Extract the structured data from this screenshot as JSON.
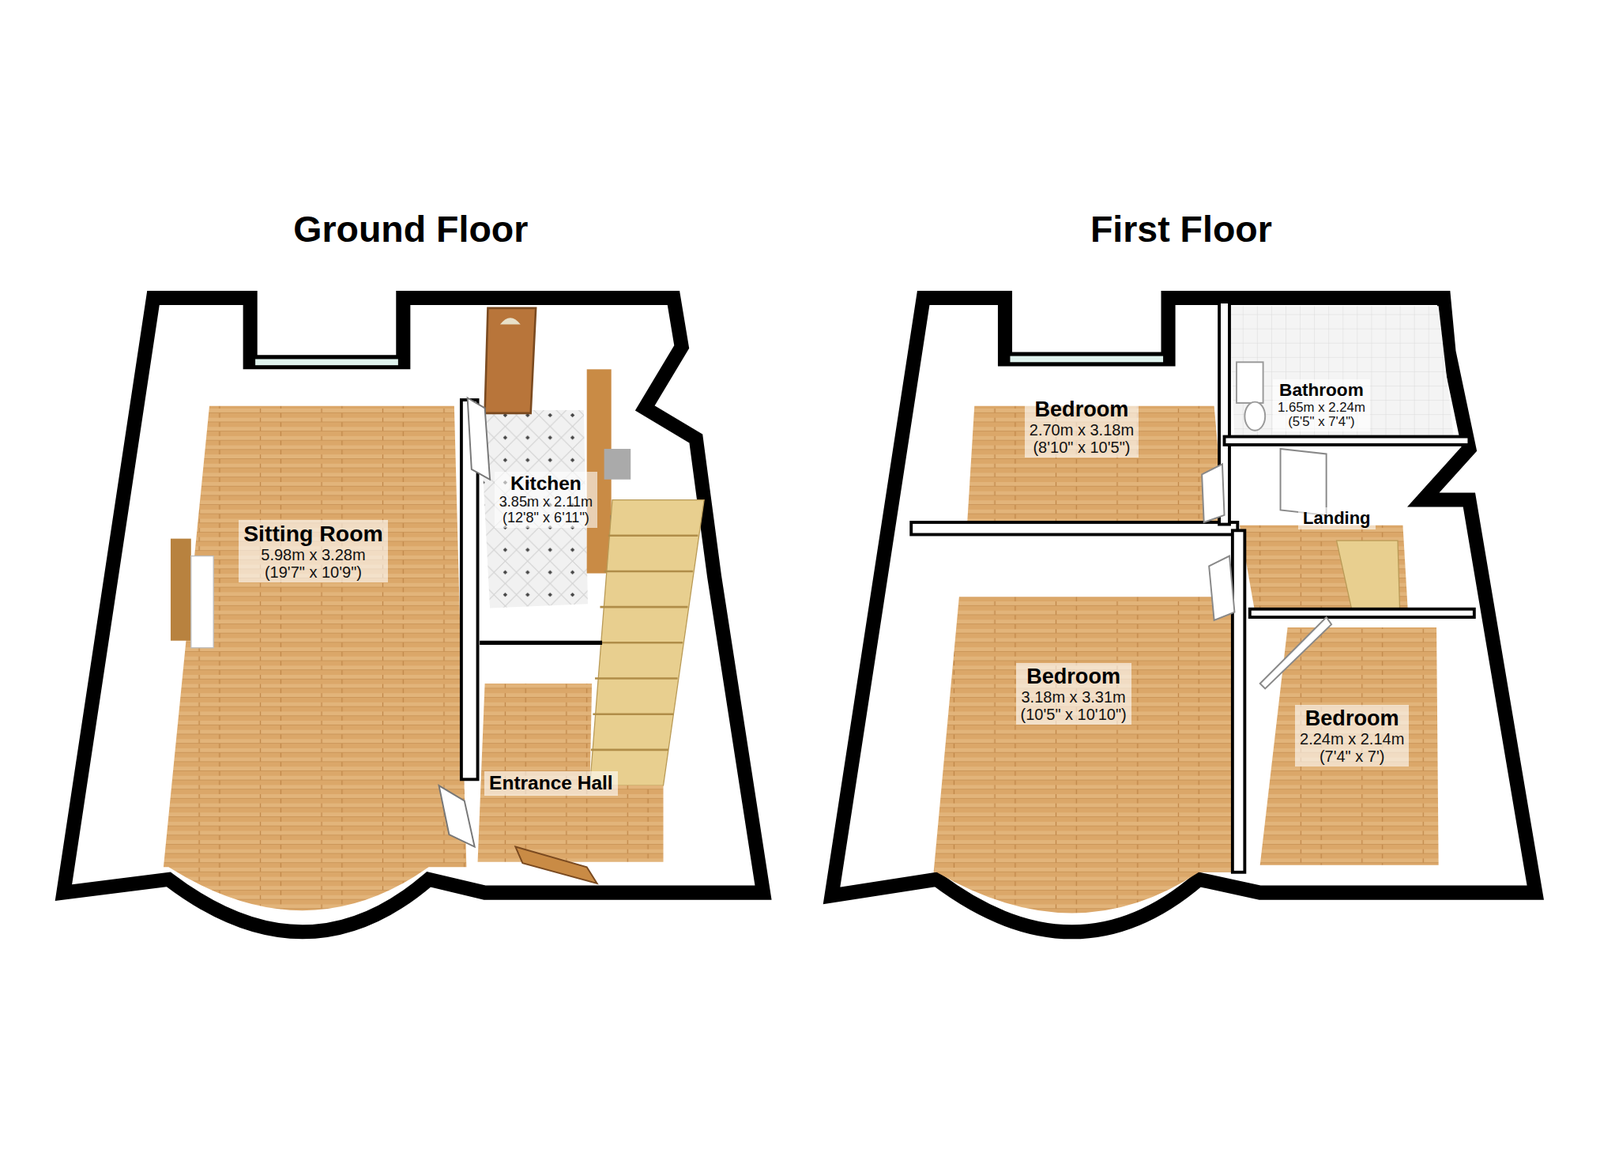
{
  "diagram": {
    "nodes": [
      {
        "text": [
          "Ground Floor"
        ]
      },
      {
        "text": [
          "Sitting Room",
          "5.98m x 3.28m",
          "(19'7\" x 10'9\")"
        ],
        "in": 0
      },
      {
        "text": [
          "Kitchen",
          "3.85m x 2.11m",
          "(12'8\" x 6'11\")"
        ],
        "in": 0
      },
      {
        "text": [
          "Entrance Hall"
        ],
        "in": 0
      },
      {
        "text": [
          "First Floor"
        ]
      },
      {
        "text": [
          "Bedroom",
          "2.70m x 3.18m",
          "(8'10\" x 10'5\")"
        ],
        "in": 4
      },
      {
        "text": [
          "Bathroom",
          "1.65m x 2.24m",
          "(5'5\" x 7'4\")"
        ],
        "in": 4
      },
      {
        "text": [
          "Landing"
        ],
        "in": 4
      },
      {
        "text": [
          "Bedroom",
          "3.18m x 3.31m",
          "(10'5\" x 10'10\")"
        ],
        "in": 4
      },
      {
        "text": [
          "Bedroom",
          "2.24m x 2.14m",
          "(7'4\" x 7')"
        ],
        "in": 4
      }
    ]
  }
}
